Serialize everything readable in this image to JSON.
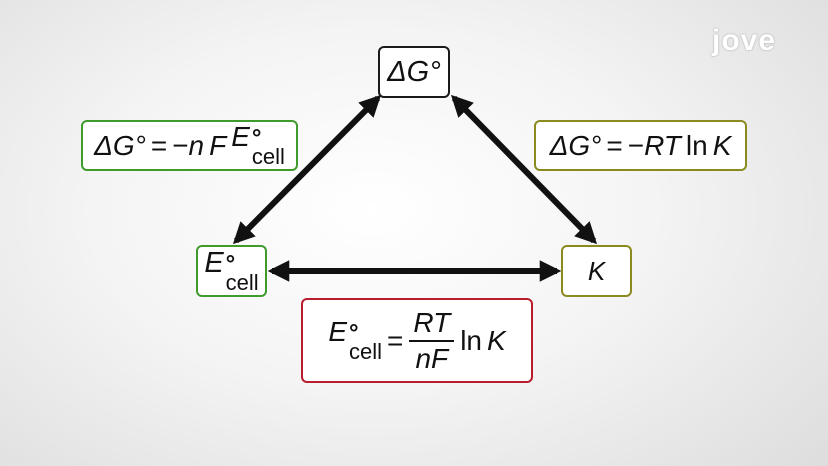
{
  "logo": "jove",
  "nodes": {
    "delta_g": {
      "sym": "ΔG°"
    },
    "e_cell": {
      "letter": "E",
      "deg": "°",
      "sub": "cell"
    },
    "k": {
      "letter": "K"
    }
  },
  "equations": {
    "g_from_e": {
      "lhs": "ΔG°",
      "eq": "=",
      "minus": "−",
      "n": "n",
      "f": "F",
      "letter": "E",
      "deg": "°",
      "sub": "cell"
    },
    "g_from_k": {
      "lhs": "ΔG°",
      "eq": "=",
      "minus": "−",
      "rt": "RT",
      "ln": "ln",
      "k": "K"
    },
    "e_from_k": {
      "letter": "E",
      "deg": "°",
      "sub": "cell",
      "eq": "=",
      "num": "RT",
      "den": "nF",
      "ln": "ln",
      "k": "K"
    }
  },
  "colors": {
    "green": "#3f9b2c",
    "olive": "#8a8a1e",
    "red": "#b81d2b",
    "arrow": "#111111"
  }
}
